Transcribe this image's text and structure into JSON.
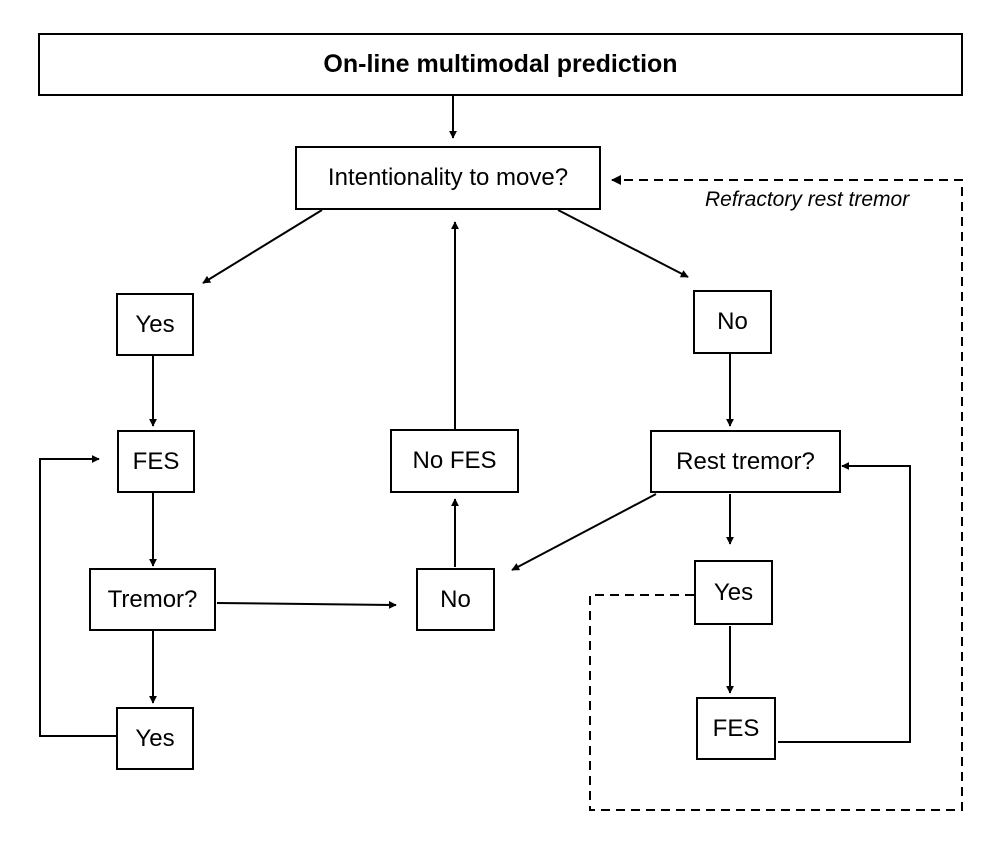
{
  "diagram": {
    "title": "On-line multimodal prediction",
    "question_intention": "Intentionality to move?",
    "yes_left": "Yes",
    "no_right": "No",
    "fes_left": "FES",
    "no_fes": "No FES",
    "rest_tremor_question": "Rest tremor?",
    "tremor_question": "Tremor?",
    "no_center": "No",
    "yes_right": "Yes",
    "yes_bottom_left": "Yes",
    "fes_right": "FES",
    "note_refractory": "Refractory rest tremor"
  }
}
